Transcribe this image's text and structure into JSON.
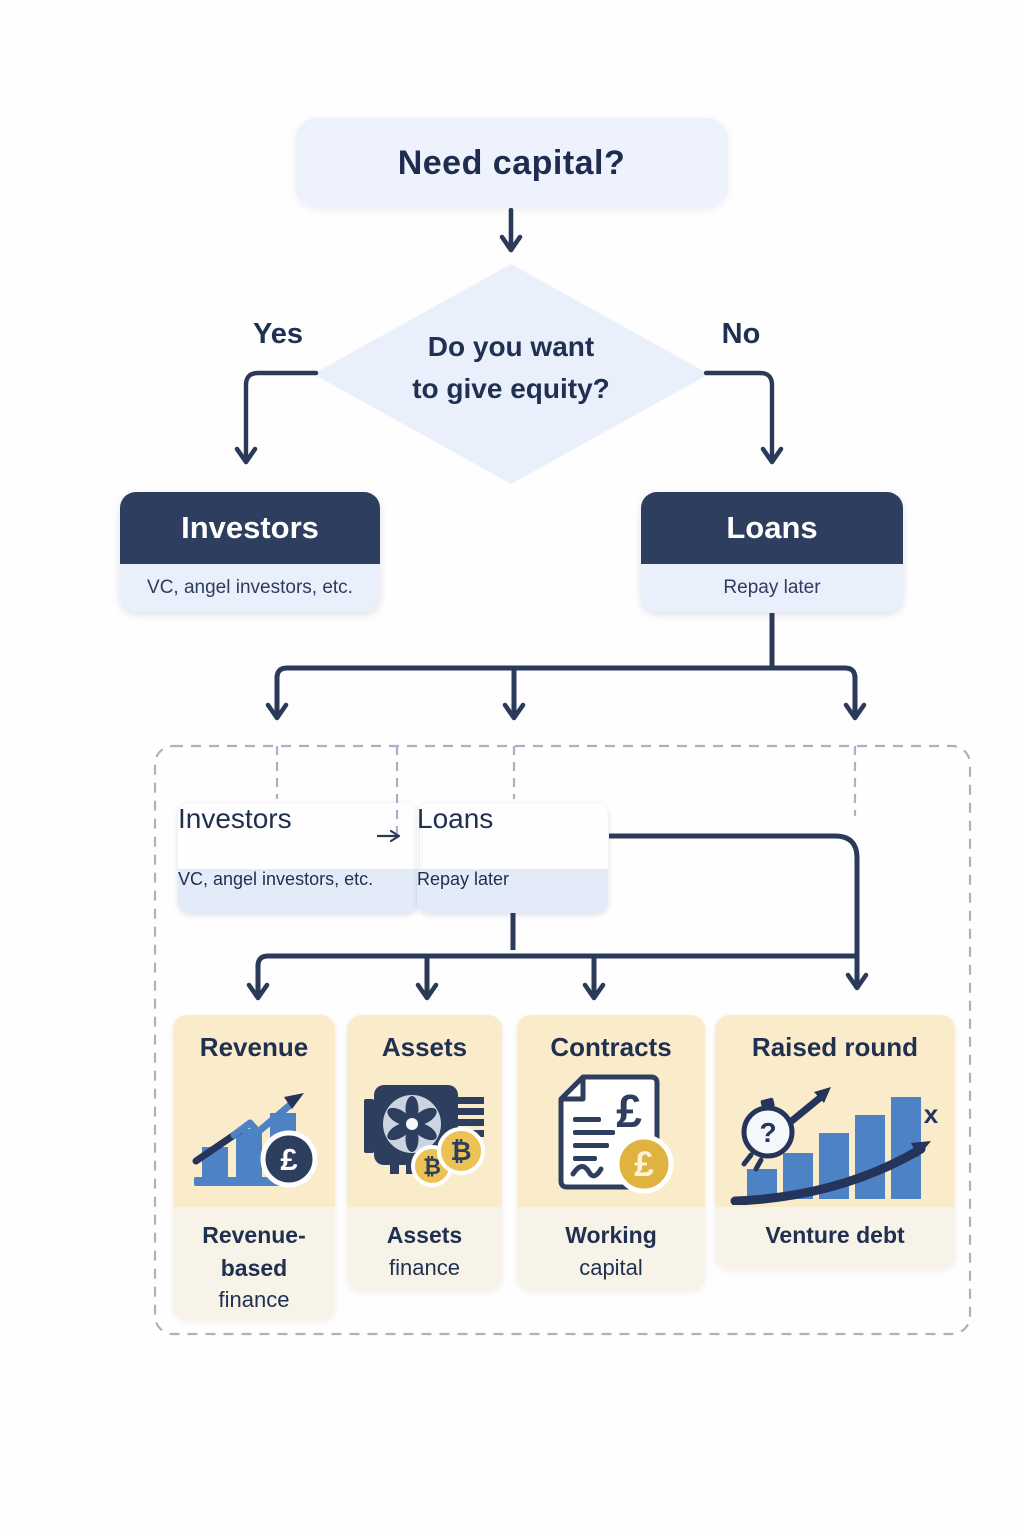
{
  "flow": {
    "start": "Need capital?",
    "decision": {
      "question": "Do you want\nto give equity?",
      "yes_label": "Yes",
      "no_label": "No"
    },
    "investors_branch": {
      "title": "Investors",
      "subtitle": "VC, angel investors, etc."
    },
    "loans_branch": {
      "title": "Loans",
      "subtitle": "Repay later"
    },
    "detail": {
      "investors": {
        "title": "Investors",
        "subtitle": "VC, angel investors, etc."
      },
      "loans": {
        "title": "Loans",
        "subtitle": "Repay later"
      },
      "categories": [
        {
          "title": "Revenue",
          "icon": "bar-chart-pound-icon",
          "label_bold": "Revenue-\nbased",
          "label_regular": "finance"
        },
        {
          "title": "Assets",
          "icon": "hardware-bitcoin-icon",
          "label_bold": "Assets",
          "label_regular": "finance"
        },
        {
          "title": "Contracts",
          "icon": "contract-pound-icon",
          "label_bold": "Working",
          "label_regular": "capital"
        },
        {
          "title": "Raised round",
          "icon": "growth-question-icon",
          "label_bold": "Venture debt",
          "label_regular": ""
        }
      ]
    }
  },
  "colors": {
    "navy_node": "#2e3e5e",
    "light_blue_panel": "#e9effb",
    "diamond_fill": "#e9effb",
    "line": "#2b3a58",
    "dashed_border": "#a8b3c6",
    "card_cream": "#faeccb",
    "card_label_bg": "#f8f3e8",
    "bar_blue": "#4d82c4",
    "coin_gold": "#e0b23f",
    "text_dark": "#203052"
  }
}
